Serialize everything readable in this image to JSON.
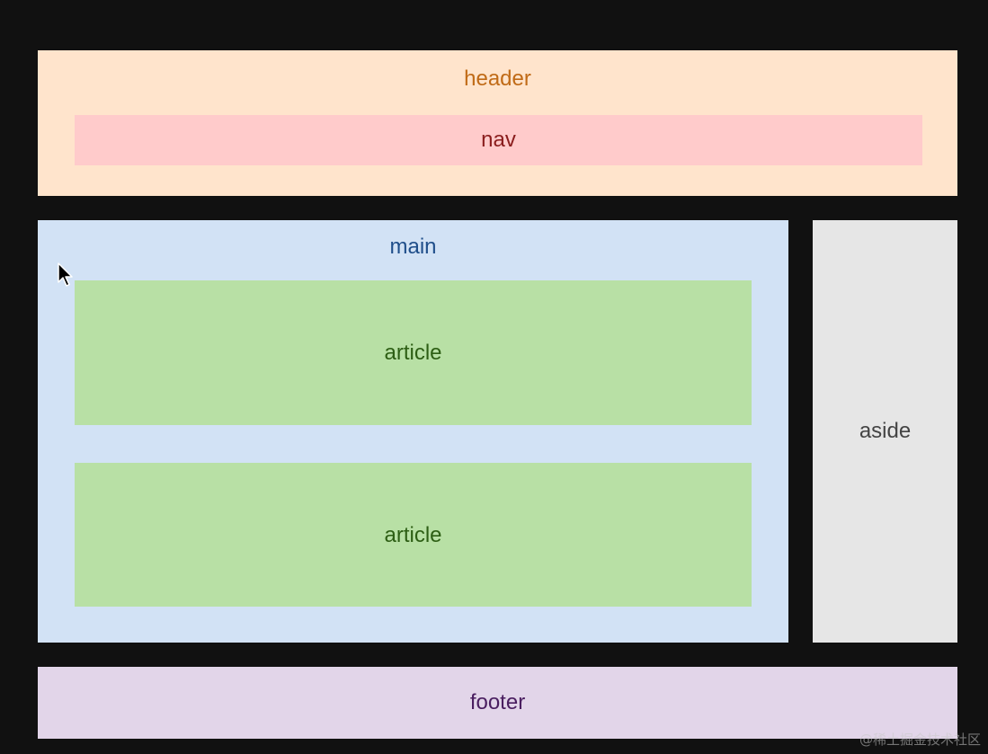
{
  "header": {
    "label": "header"
  },
  "nav": {
    "label": "nav"
  },
  "main": {
    "label": "main",
    "articles": [
      {
        "label": "article"
      },
      {
        "label": "article"
      }
    ]
  },
  "aside": {
    "label": "aside"
  },
  "footer": {
    "label": "footer"
  },
  "watermark": "@稀土掘金技术社区",
  "colors": {
    "background": "#111111",
    "header": "#FFE4CC",
    "nav": "#FFCBCB",
    "main": "#D2E2F5",
    "article": "#B8E0A5",
    "aside": "#E6E6E6",
    "footer": "#E2D5E9"
  },
  "icons": {
    "cursor": "mouse-pointer-icon"
  }
}
